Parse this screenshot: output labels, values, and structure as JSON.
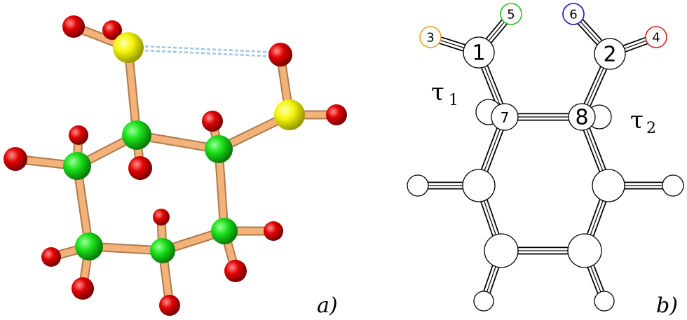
{
  "panels": {
    "a": {
      "label": "a)",
      "colors": {
        "bond": "#f2b27a",
        "carbon": "#19e019",
        "sulfur": "#f5f50a",
        "oxygen": "#e00000",
        "hbond": "#9ec3e6"
      }
    },
    "b": {
      "label": "b)",
      "atom_labels": [
        "1",
        "2",
        "3",
        "4",
        "5",
        "6",
        "7",
        "8"
      ],
      "ring_colors": {
        "3": "#f0a020",
        "4": "#e02020",
        "5": "#20c020",
        "6": "#1010c0"
      },
      "torsion_1": {
        "symbol": "τ",
        "subscript": "1"
      },
      "torsion_2": {
        "symbol": "τ",
        "subscript": "2"
      }
    }
  }
}
